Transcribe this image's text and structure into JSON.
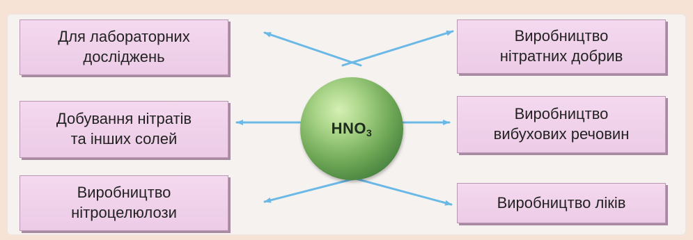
{
  "center": {
    "formula": "HNO",
    "subscript": "3"
  },
  "left_boxes": [
    {
      "line1": "Для лабораторних",
      "line2": "досліджень"
    },
    {
      "line1": "Добування нітратів",
      "line2": "та інших солей"
    },
    {
      "line1": "Виробництво",
      "line2": "нітроцелюлози"
    }
  ],
  "right_boxes": [
    {
      "line1": "Виробництво",
      "line2": "нітратних добрив"
    },
    {
      "line1": "Виробництво",
      "line2": "вибухових речовин"
    },
    {
      "line1": "Виробництво ліків",
      "line2": ""
    }
  ],
  "colors": {
    "arrow": "#6ab8e6",
    "box_fill": "#f0d2ea",
    "sphere": "#6fa856",
    "background": "#f6e3d6"
  }
}
